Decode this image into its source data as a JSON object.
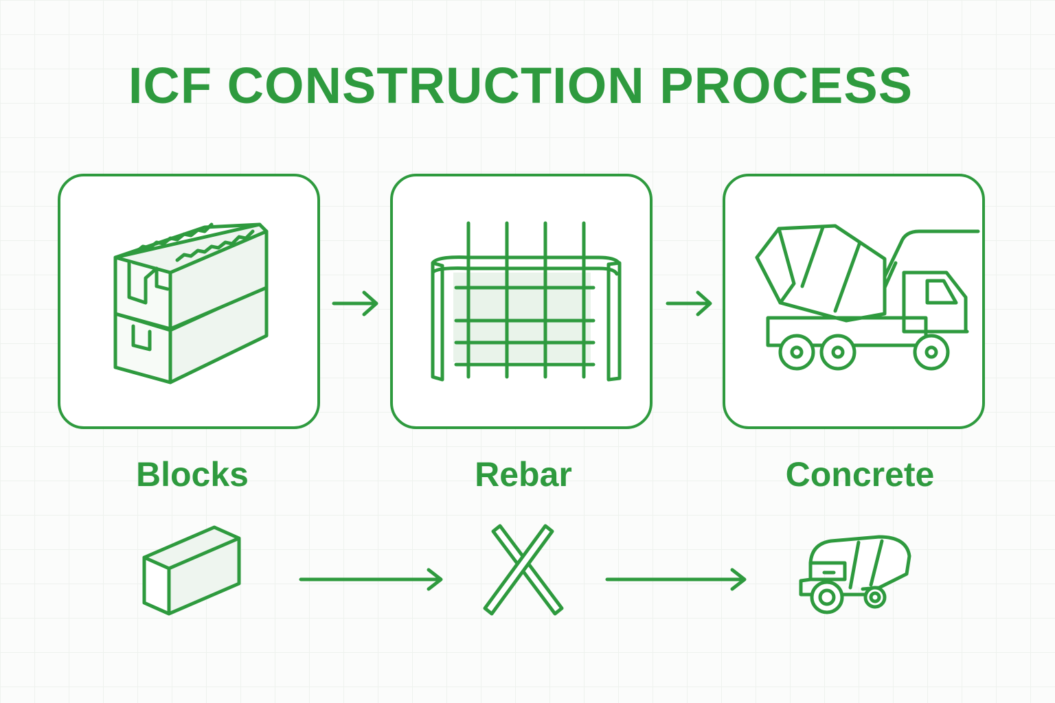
{
  "title": "ICF CONSTRUCTION PROCESS",
  "steps": [
    {
      "label": "Blocks",
      "icon": "icf-blocks-icon"
    },
    {
      "label": "Rebar",
      "icon": "rebar-grid-icon"
    },
    {
      "label": "Concrete",
      "icon": "concrete-mixer-truck-icon"
    }
  ],
  "small_icons": [
    "single-block-icon",
    "crossed-rebar-icon",
    "small-mixer-truck-icon"
  ],
  "colors": {
    "accent": "#2e9a3e",
    "fill": "#eef5ef",
    "background": "#fbfcfb"
  }
}
